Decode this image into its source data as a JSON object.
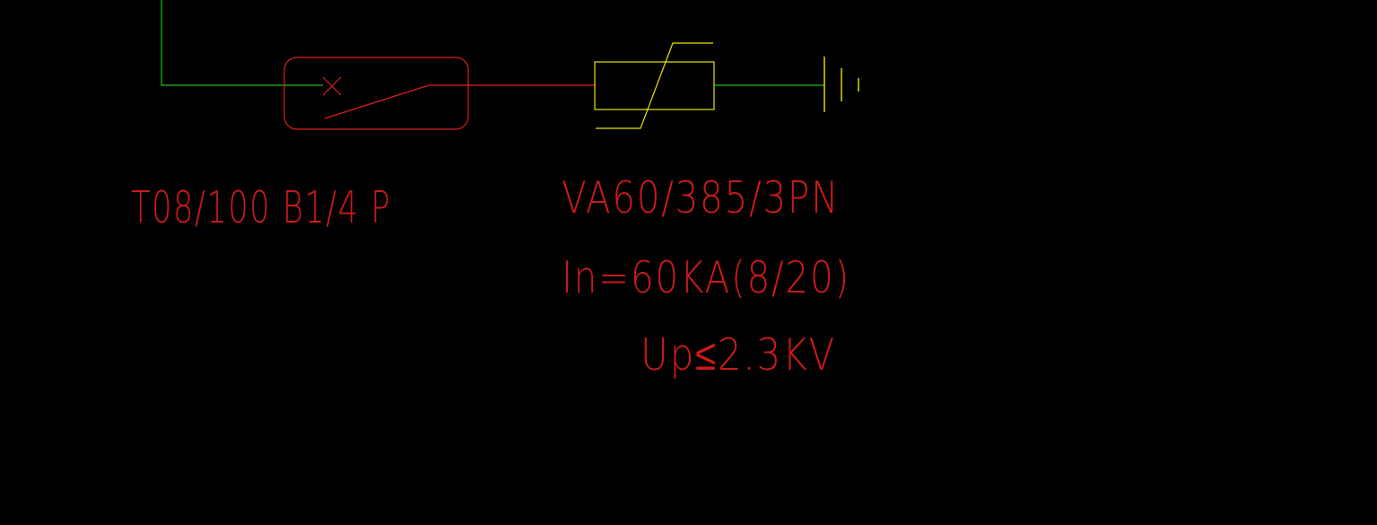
{
  "colors": {
    "background": "#000000",
    "wire_green": "#22bb22",
    "breaker_red": "#dd1f1f",
    "spd_yellow": "#e6e600",
    "ground_yellow": "#e6e600",
    "text_red": "#cc1a1a"
  },
  "breaker": {
    "label": "T08/100 B1/4 P"
  },
  "surge_protector": {
    "model": "VA60/385/3PN",
    "nominal_current": "In=60KA(8/20)",
    "protection_level": "Up≤2.3KV"
  }
}
